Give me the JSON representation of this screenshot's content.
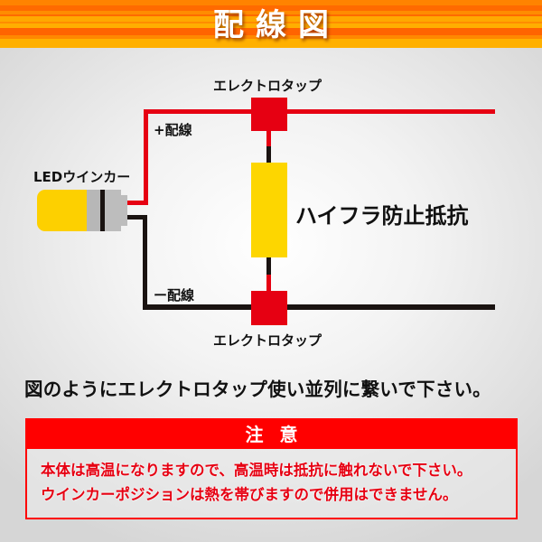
{
  "header": {
    "title": "配線図",
    "stripe_colors": [
      "#ff8300",
      "#ff6a00",
      "#ffa800",
      "#ff6400",
      "#ffb000"
    ]
  },
  "diagram": {
    "bulb_label": "LEDウインカー",
    "plus_wire_label": "+配線",
    "minus_wire_label": "ー配線",
    "top_tap_label": "エレクトロタップ",
    "bottom_tap_label": "エレクトロタップ",
    "resistor_label": "ハイフラ防止抵抗",
    "colors": {
      "plus_wire": "#e60012",
      "minus_wire": "#1a1311",
      "tap": "#e60012",
      "resistor": "#fdd600",
      "bulb": "#fdd000"
    }
  },
  "instruction": "図のようにエレクトロタップ使い並列に繋いで下さい。",
  "caution": {
    "title": "注意",
    "lines": [
      "本体は高温になりますので、高温時は抵抗に触れないで下さい。",
      "ウインカーポジションは熱を帯びますので併用はできません。"
    ],
    "color": "#ff0000"
  }
}
